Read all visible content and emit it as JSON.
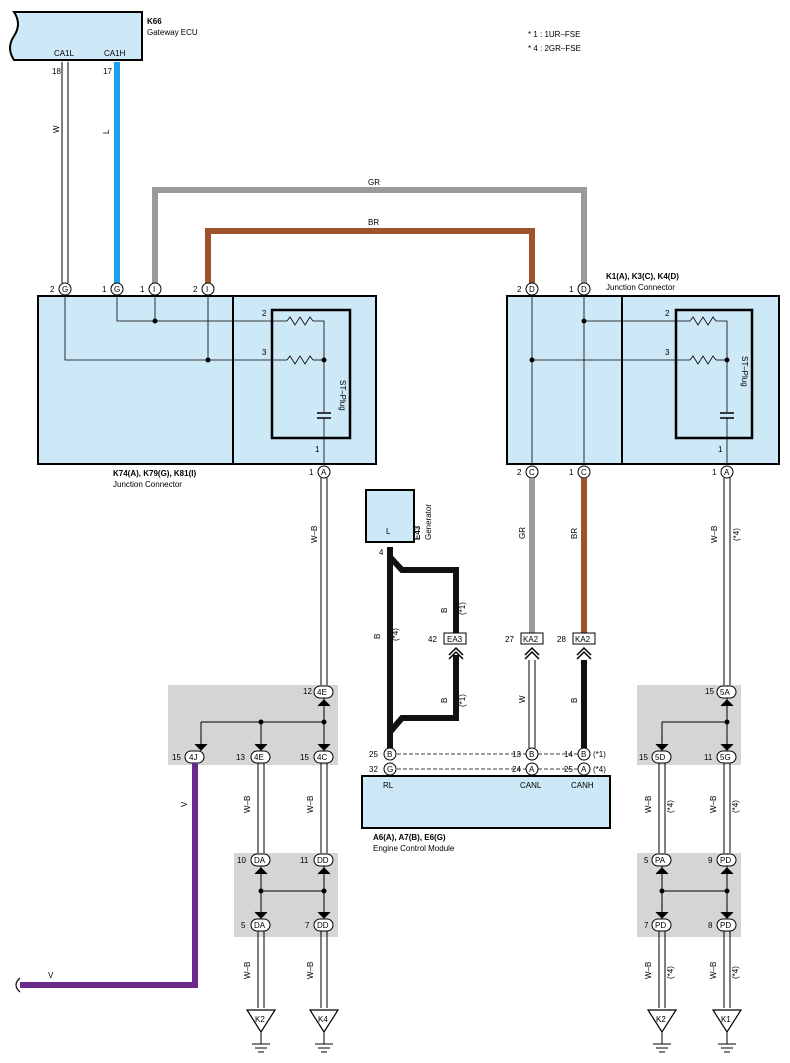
{
  "notes": [
    "* 1 : 1UR–FSE",
    "* 4 : 2GR–FSE"
  ],
  "components": {
    "gateway": {
      "code": "K66",
      "name": "Gateway ECU",
      "pins": [
        "CA1L",
        "CA1H"
      ],
      "pin_nums": [
        "18",
        "17"
      ]
    },
    "jc_left": {
      "code": "K74(A), K79(G), K81(I)",
      "name": "Junction Connector",
      "plug": "ST–Plug"
    },
    "jc_right": {
      "code": "K1(A), K3(C), K4(D)",
      "name": "Junction Connector",
      "plug": "ST–Plug"
    },
    "generator": {
      "code": "E43",
      "name": "Generator",
      "pin": "L",
      "pin_num": "4"
    },
    "ecm": {
      "code": "A6(A), A7(B), E6(G)",
      "name": "Engine Control Module",
      "labels": [
        "RL",
        "CANL",
        "CANH"
      ]
    }
  },
  "pins": {
    "jl_2": "2",
    "jl_1a": "1",
    "jl_1b": "1",
    "jl_2b": "2",
    "jl_r2": "2",
    "jl_r3": "3",
    "jl_r1": "1",
    "jl_bot": "1",
    "jr_2": "2",
    "jr_1": "1",
    "jr_r2": "2",
    "jr_r3": "3",
    "jr_b2": "2",
    "jr_b1": "1",
    "jr_b1c": "1",
    "jr_r1": "1",
    "ea3_num": "42",
    "ka2a_num": "27",
    "ka2b_num": "28",
    "n12": "12",
    "n15a": "15",
    "n13": "13",
    "n15b": "15",
    "n10": "10",
    "n11": "11",
    "n5": "5",
    "n7": "7",
    "e25": "25",
    "e32": "32",
    "e13": "13",
    "e24": "24",
    "e14": "14",
    "e25b": "25",
    "r15a": "15",
    "r15b": "15",
    "r11": "11",
    "r5": "5",
    "r9": "9",
    "r7": "7",
    "r8": "8"
  },
  "connectors": {
    "G": "G",
    "I": "I",
    "D": "D",
    "A": "A",
    "C": "C",
    "B": "B",
    "EA3": "EA3",
    "KA2": "KA2",
    "4E": "4E",
    "4J": "4J",
    "4C": "4C",
    "DA": "DA",
    "DD": "DD",
    "5A": "5A",
    "5D": "5D",
    "5G": "5G",
    "PA": "PA",
    "PD": "PD"
  },
  "wires": {
    "W": "W",
    "L": "L",
    "GR": "GR",
    "BR": "BR",
    "B": "B",
    "WB": "W–B",
    "V": "V"
  },
  "notes_tags": {
    "s1": "(*1)",
    "s4": "(*4)"
  },
  "grounds": [
    "K2",
    "K4",
    "K2",
    "K1"
  ],
  "colors": {
    "blue": "#1aa3e8",
    "gray": "#9a9a9a",
    "brown": "#a0522d",
    "purple": "#6a2a8a",
    "black": "#111111",
    "box_fill": "#cde8f6",
    "splice_fill": "#d5d5d5"
  }
}
